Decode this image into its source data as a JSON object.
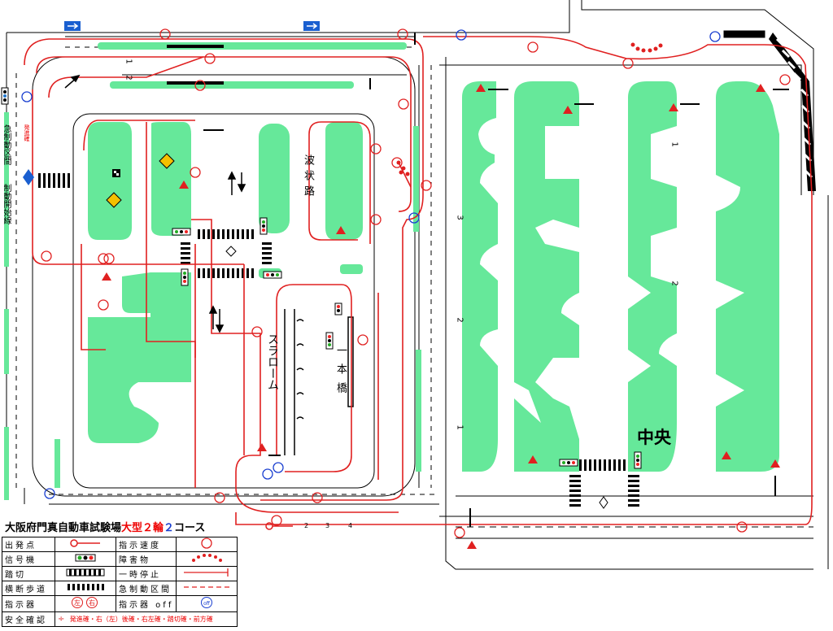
{
  "title": {
    "prefix": "大阪府門真自動車試験場",
    "red": "大型２輪",
    "blue": "２",
    "suffix": "コース"
  },
  "labels": {
    "chuo": "中央",
    "slalom": "スラローム",
    "ippon": "一本橋",
    "hakei": "波状路",
    "kyuseido_kukan": "急制動区間",
    "seido_kaishi": "制動開始線",
    "hassha": "発進確",
    "kazenaseigen": "急制動区間",
    "num1": "1",
    "num2": "2",
    "num3": "3",
    "scale_2": "2",
    "scale_3": "3",
    "scale_4": "4"
  },
  "legend": [
    {
      "name": "出発点",
      "sym": "start-icon",
      "name2": "指示速度",
      "sym2": "speed-icon"
    },
    {
      "name": "信号機",
      "sym": "signal-icon",
      "name2": "障害物",
      "sym2": "obstacle-icon"
    },
    {
      "name": "踏切",
      "sym": "crossing-icon",
      "name2": "一時停止",
      "sym2": "stop-line-icon"
    },
    {
      "name": "横断歩道",
      "sym": "crosswalk-icon",
      "name2": "急制動区間",
      "sym2": "brake-zone-icon"
    },
    {
      "name": "指示器",
      "sym": "indicator-icon",
      "name2": "指示器 off",
      "sym2": "indicator-off-icon"
    },
    {
      "name": "安全確認",
      "sym": "safety-icon",
      "note": "発進確・右（左）後確・右左確・踏切確・前方確"
    }
  ],
  "legend_sym_text": {
    "indicator_l": "左",
    "indicator_r": "右",
    "off": "off"
  },
  "colors": {
    "green": "#66e89a",
    "route": "#e02020",
    "blue": "#1a3fd0"
  }
}
